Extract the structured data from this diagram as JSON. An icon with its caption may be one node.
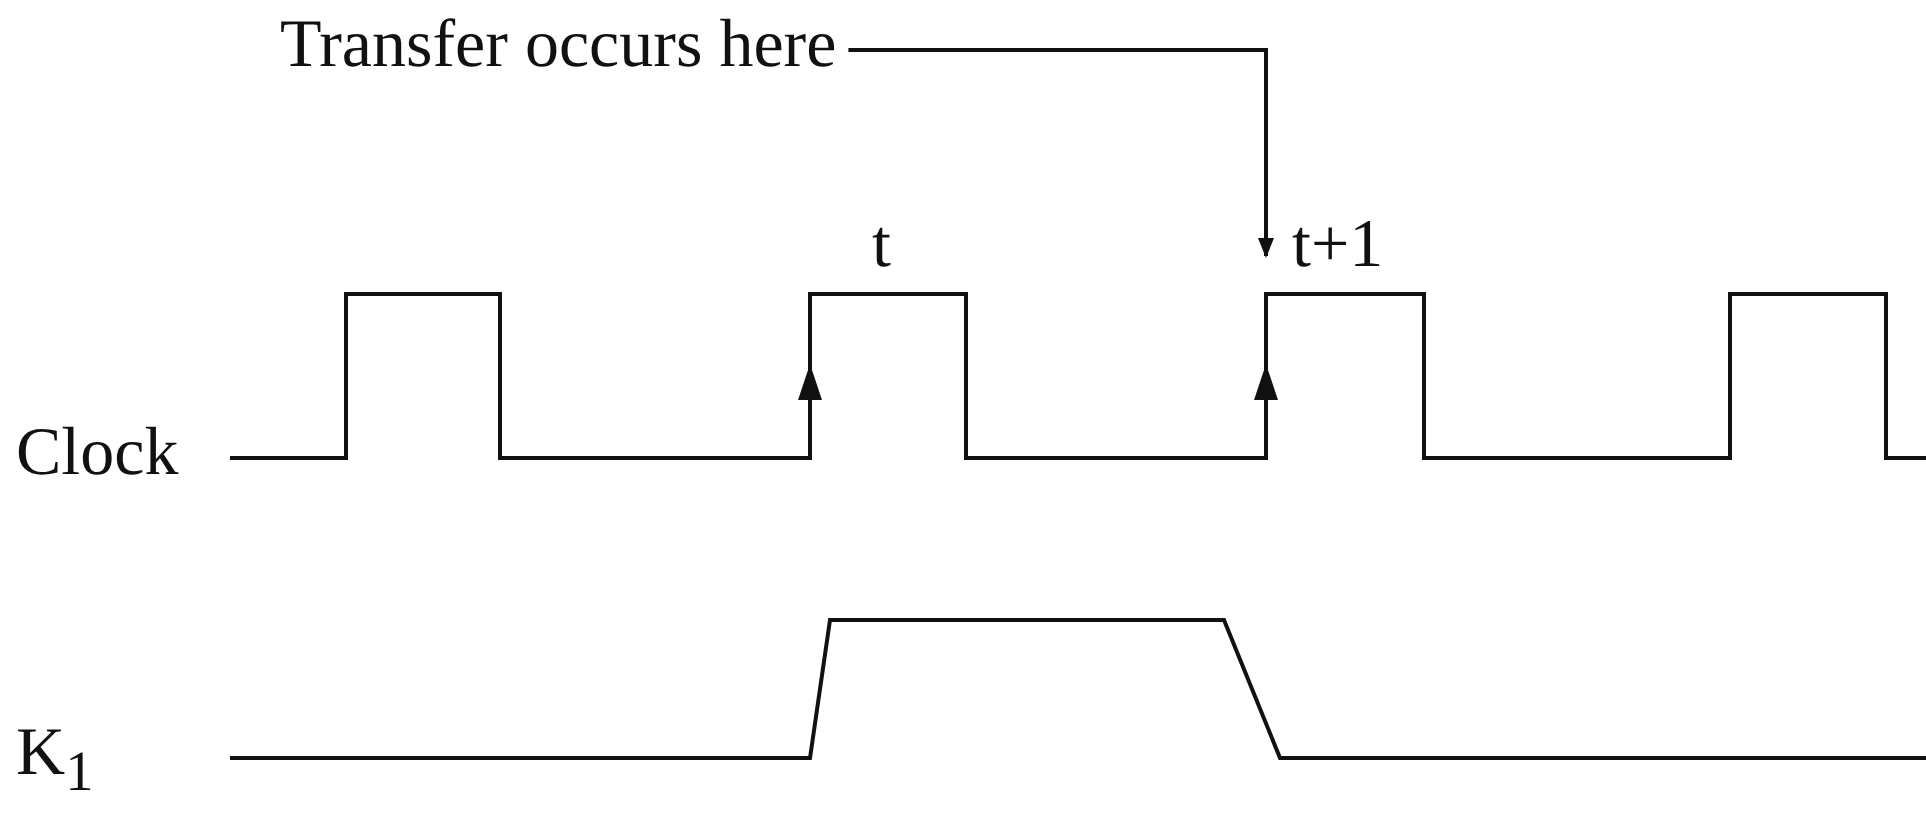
{
  "diagram": {
    "nodes": [
      {
        "text": [
          "Transfer occurs here"
        ]
      },
      {
        "text": [],
        "shape": "triangle"
      },
      {
        "text": [],
        "shape": "triangle"
      }
    ],
    "edges": [
      {
        "from": 0,
        "to": 2,
        "arrow": "to"
      }
    ],
    "labels": [
      "t",
      "t+1",
      "Clock",
      "K$_{1}$"
    ]
  }
}
